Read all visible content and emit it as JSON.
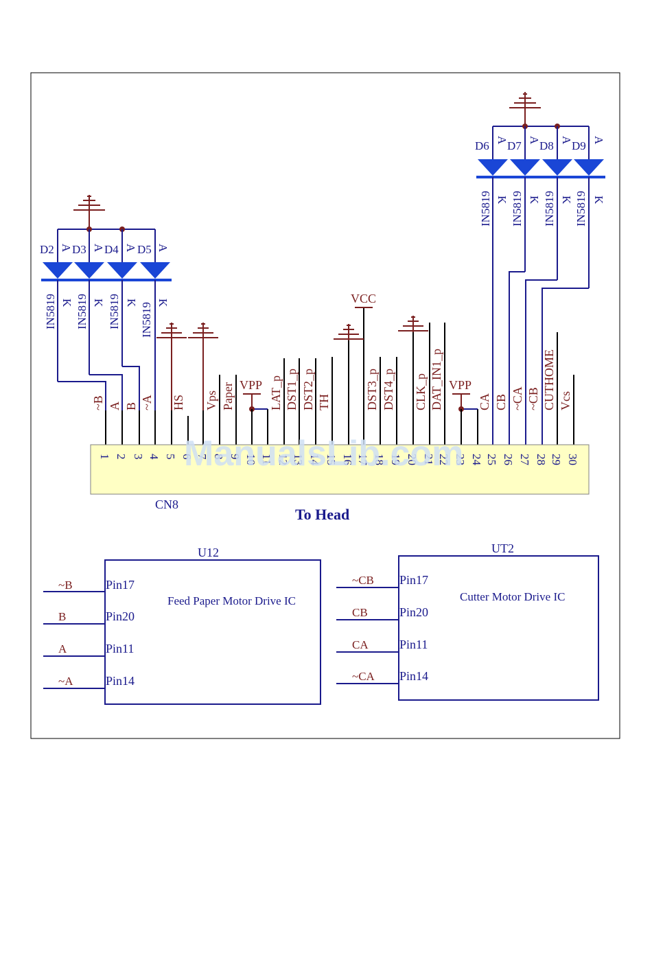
{
  "connector": {
    "ref": "CN8",
    "caption": "To Head",
    "pins": [
      "1",
      "2",
      "3",
      "4",
      "5",
      "6",
      "7",
      "8",
      "9",
      "10",
      "11",
      "12",
      "13",
      "14",
      "15",
      "16",
      "17",
      "18",
      "19",
      "20",
      "21",
      "22",
      "23",
      "24",
      "25",
      "26",
      "27",
      "28",
      "29",
      "30"
    ],
    "signal_labels": [
      "~B",
      "A",
      "B",
      "~A",
      "HS",
      "Vps",
      "Paper",
      "LAT_p",
      "DST1_p",
      "DST2_p",
      "TH",
      "DST3_p",
      "DST4_p",
      "CLK_p",
      "DAT_IN1_p",
      "CA",
      "CB",
      "~CA",
      "~CB",
      "CUTHOME",
      "Vcs"
    ],
    "power_labels": [
      "VPP",
      "VCC",
      "VPP"
    ]
  },
  "diodes_left": {
    "refs": [
      "D2",
      "D3",
      "D4",
      "D5"
    ],
    "part": "IN5819",
    "anode": "A",
    "cathode": "K"
  },
  "diodes_right": {
    "refs": [
      "D6",
      "D7",
      "D8",
      "D9"
    ],
    "part": "IN5819",
    "anode": "A",
    "cathode": "K"
  },
  "u12": {
    "ref": "U12",
    "title": "Feed Paper Motor Drive IC",
    "nets": [
      "~B",
      "B",
      "A",
      "~A"
    ],
    "pins": [
      "Pin17",
      "Pin20",
      "Pin11",
      "Pin14"
    ]
  },
  "ut2": {
    "ref": "UT2",
    "title": "Cutter Motor Drive IC",
    "nets": [
      "~CB",
      "CB",
      "CA",
      "~CA"
    ],
    "pins": [
      "Pin17",
      "Pin20",
      "Pin11",
      "Pin14"
    ]
  },
  "watermark": "ManualsLib.com",
  "colors": {
    "wire": "#1a1a8c",
    "net_label": "#7a1f1f",
    "connector_fill": "#ffffc4"
  }
}
